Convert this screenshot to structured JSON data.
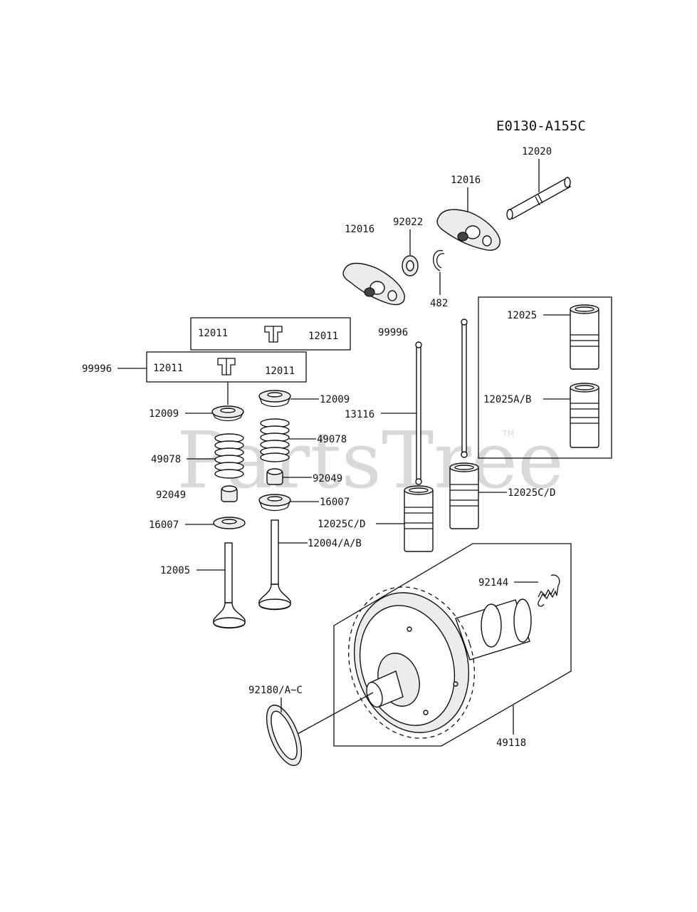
{
  "diagram": {
    "code": "E0130-A155C",
    "watermark": "PartsTree",
    "watermark_tm": "TM"
  },
  "labels": {
    "p12020": "12020",
    "p12016_right": "12016",
    "p12016_left": "12016",
    "p92022": "92022",
    "p482": "482",
    "p12011_top_a": "12011",
    "p12011_top_b": "12011",
    "p12011_low_a": "12011",
    "p12011_low_b": "12011",
    "p99996_left": "99996",
    "p99996_mid": "99996",
    "p12009_left": "12009",
    "p12009_right": "12009",
    "p49078_left": "49078",
    "p49078_right": "49078",
    "p92049_left": "92049",
    "p92049_right": "92049",
    "p16007_left": "16007",
    "p16007_right": "16007",
    "p12005": "12005",
    "p12004": "12004/A/B",
    "p13116": "13116",
    "p12025": "12025",
    "p12025ab": "12025A/B",
    "p12025cd_left": "12025C/D",
    "p12025cd_right": "12025C/D",
    "p92144": "92144",
    "p92180": "92180/A~C",
    "p49118": "49118"
  }
}
